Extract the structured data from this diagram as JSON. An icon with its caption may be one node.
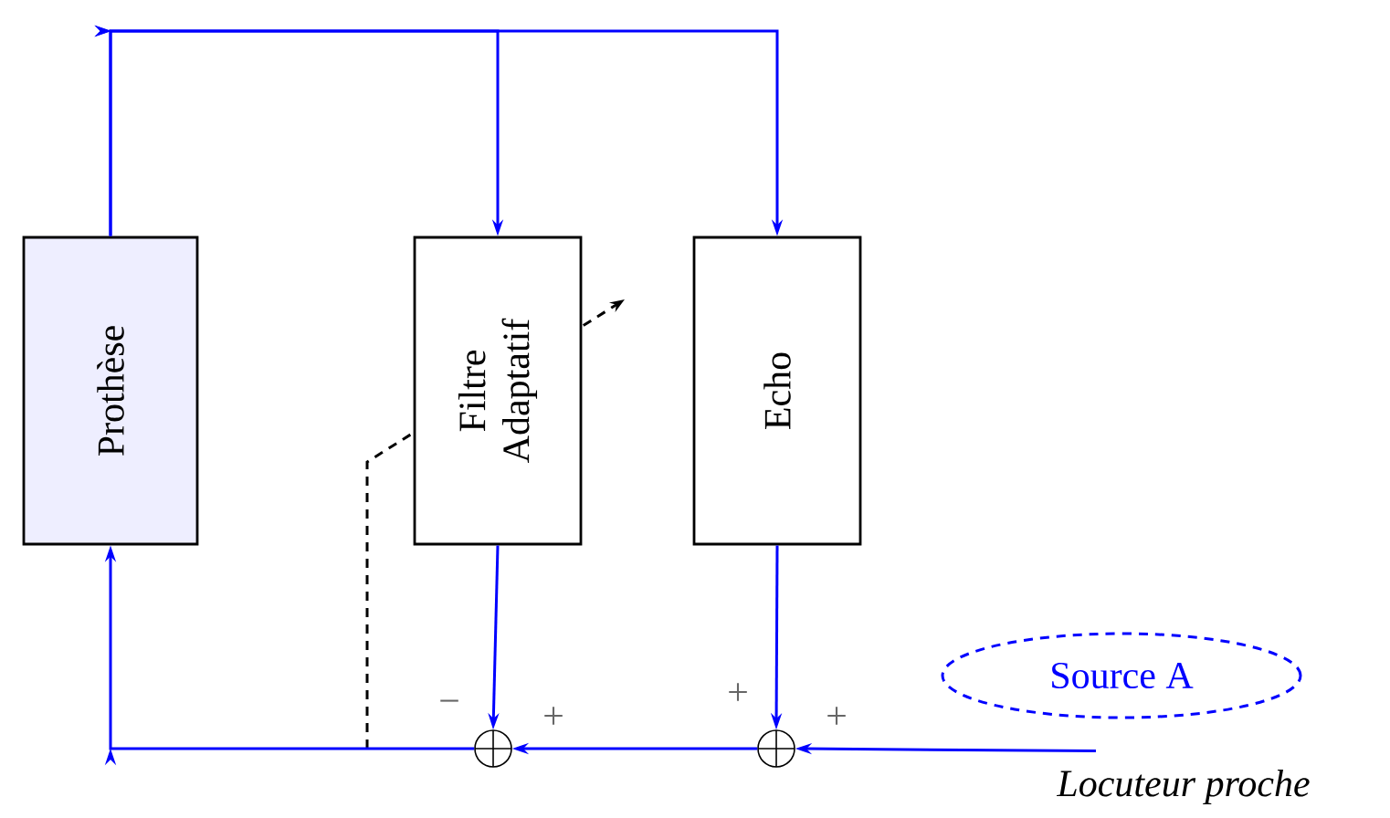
{
  "diagram": {
    "nodes": [
      {
        "text": [
          "Prothèse"
        ]
      },
      {
        "text": [
          "Filtre Adaptatif"
        ]
      },
      {
        "text": [
          "Echo"
        ]
      },
      {
        "text": [],
        "shape": "circle"
      },
      {
        "text": [],
        "shape": "circle"
      },
      {
        "text": [
          "Source A"
        ]
      },
      {
        "text": [
          "*Locuteur proche*"
        ]
      }
    ],
    "edges": [
      {
        "from": 0,
        "to": 1,
        "arrow": "to"
      },
      {
        "from": 0,
        "to": 2,
        "arrow": "to"
      },
      {
        "from": 1,
        "to": 3,
        "arrow": "to"
      },
      {
        "from": 2,
        "to": 4,
        "arrow": "to"
      },
      {
        "from": 4,
        "to": 3,
        "arrow": "to"
      },
      {
        "from": 3,
        "to": 0,
        "arrow": "to"
      },
      {
        "from": 6,
        "to": 4,
        "arrow": "to"
      }
    ],
    "labels": [
      "−",
      "+",
      "+",
      "+"
    ]
  }
}
